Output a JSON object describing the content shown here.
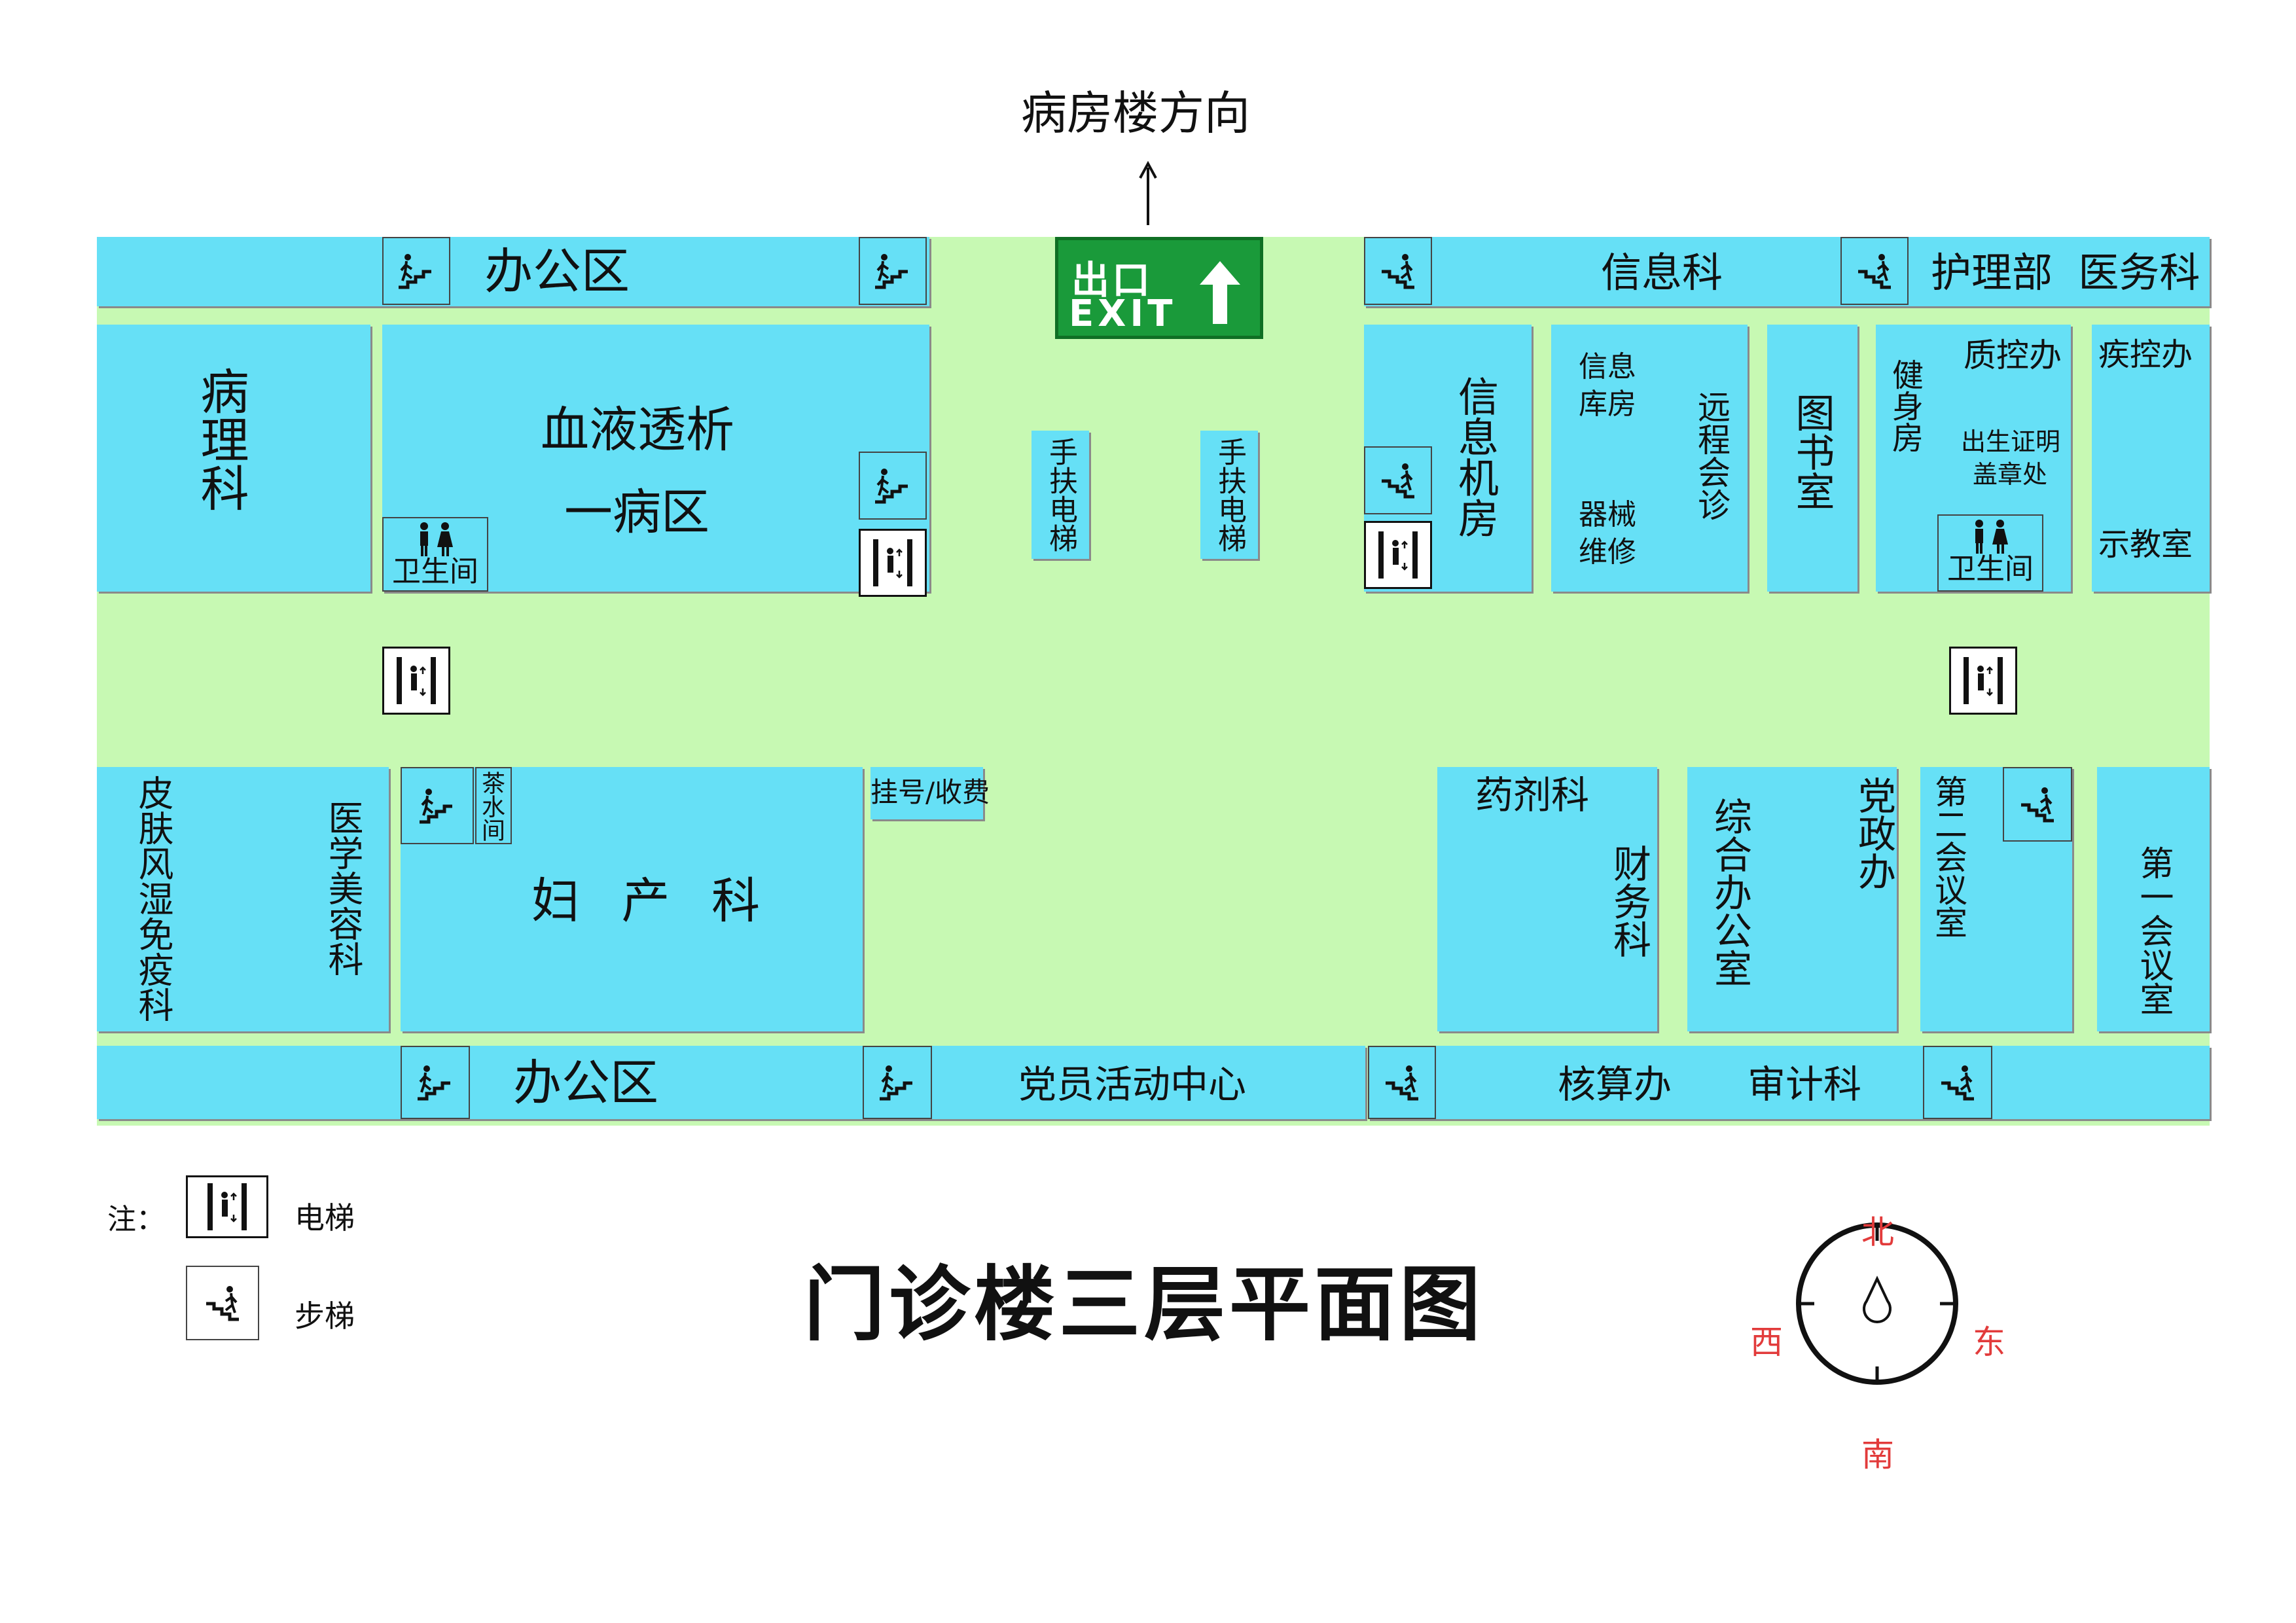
{
  "header": {
    "direction_label": "病房楼方向"
  },
  "exit_sign": {
    "cn": "出口",
    "en": "EXIT"
  },
  "rooms": {
    "office_top_left": "办公区",
    "pathology": "病理科",
    "dialysis_line1": "血液透析",
    "dialysis_line2": "一病区",
    "restroom_left": "卫生间",
    "escalator_1": "手扶电梯",
    "escalator_2": "手扶电梯",
    "info_dept": "信息科",
    "nursing_medical": "护理部  医务科",
    "info_machine_room": "信息机房",
    "info_storage": "信息库房",
    "repair": "器械维修",
    "remote_consult": "远程会诊",
    "library": "图书室",
    "gym": "健身房",
    "quality_control": "质控办",
    "birth_cert": "出生证明",
    "seal_office": "盖章处",
    "restroom_right": "卫生间",
    "disease_control": "疾控办",
    "demo_room": "示教室",
    "dermatology": "皮肤风湿免疫科",
    "cosmetic": "医学美容科",
    "tea_room": "茶水间",
    "obstetrics": "妇 产 科",
    "registration": "挂号/收费",
    "pharmacy": "药剂科",
    "finance": "财务科",
    "general_office": "综合办公室",
    "party_office": "党政办",
    "meeting_2": "第二会议室",
    "meeting_1": "第一会议室",
    "office_bottom_left": "办公区",
    "party_center": "党员活动中心",
    "accounting": "核算办",
    "audit": "审计科"
  },
  "legend": {
    "note": "注：",
    "elevator": "电梯",
    "stairs": "步梯"
  },
  "title": "门诊楼三层平面图",
  "compass": {
    "north": "北",
    "south": "南",
    "east": "东",
    "west": "西"
  },
  "colors": {
    "floor": "#c7f9b3",
    "room": "#66e0f6",
    "exit": "#1a9a3a",
    "compass_text": "#e23b3b"
  }
}
